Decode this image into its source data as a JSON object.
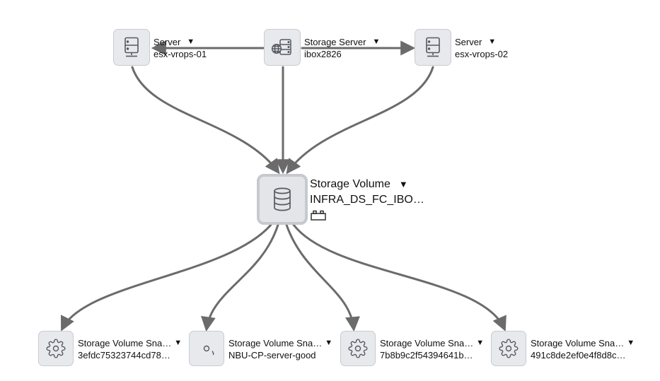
{
  "nodes": {
    "server1": {
      "type": "Server",
      "name": "esx-vrops-01",
      "icon": "server-icon"
    },
    "storage_server": {
      "type": "Storage Server",
      "name": "ibox2826",
      "icon": "storage-server-icon"
    },
    "server2": {
      "type": "Server",
      "name": "esx-vrops-02",
      "icon": "server-icon"
    },
    "volume": {
      "type": "Storage Volume",
      "name": "INFRA_DS_FC_IBO…",
      "icon": "database-icon",
      "badge_icon": "plugin-icon"
    },
    "snap1": {
      "type": "Storage Volume Sna…",
      "name": "3efdc75323744cd78…",
      "icon": "gear-icon"
    },
    "snap2": {
      "type": "Storage Volume Sna…",
      "name": "NBU-CP-server-good",
      "icon": "gear-icon"
    },
    "snap3": {
      "type": "Storage Volume Sna…",
      "name": "7b8b9c2f54394641b…",
      "icon": "gear-icon"
    },
    "snap4": {
      "type": "Storage Volume Sna…",
      "name": "491c8de2ef0e4f8d8c…",
      "icon": "gear-icon"
    }
  },
  "menu_caret": "▼",
  "colors": {
    "edge": "#6b6b6b",
    "tile_fill": "#e7e9ec",
    "tile_border": "#c8ccd1",
    "icon": "#555a60"
  },
  "edges": [
    [
      "storage_server",
      "server1"
    ],
    [
      "storage_server",
      "server2"
    ],
    [
      "server1",
      "volume"
    ],
    [
      "storage_server",
      "volume"
    ],
    [
      "server2",
      "volume"
    ],
    [
      "volume",
      "snap1"
    ],
    [
      "volume",
      "snap2"
    ],
    [
      "volume",
      "snap3"
    ],
    [
      "volume",
      "snap4"
    ]
  ]
}
